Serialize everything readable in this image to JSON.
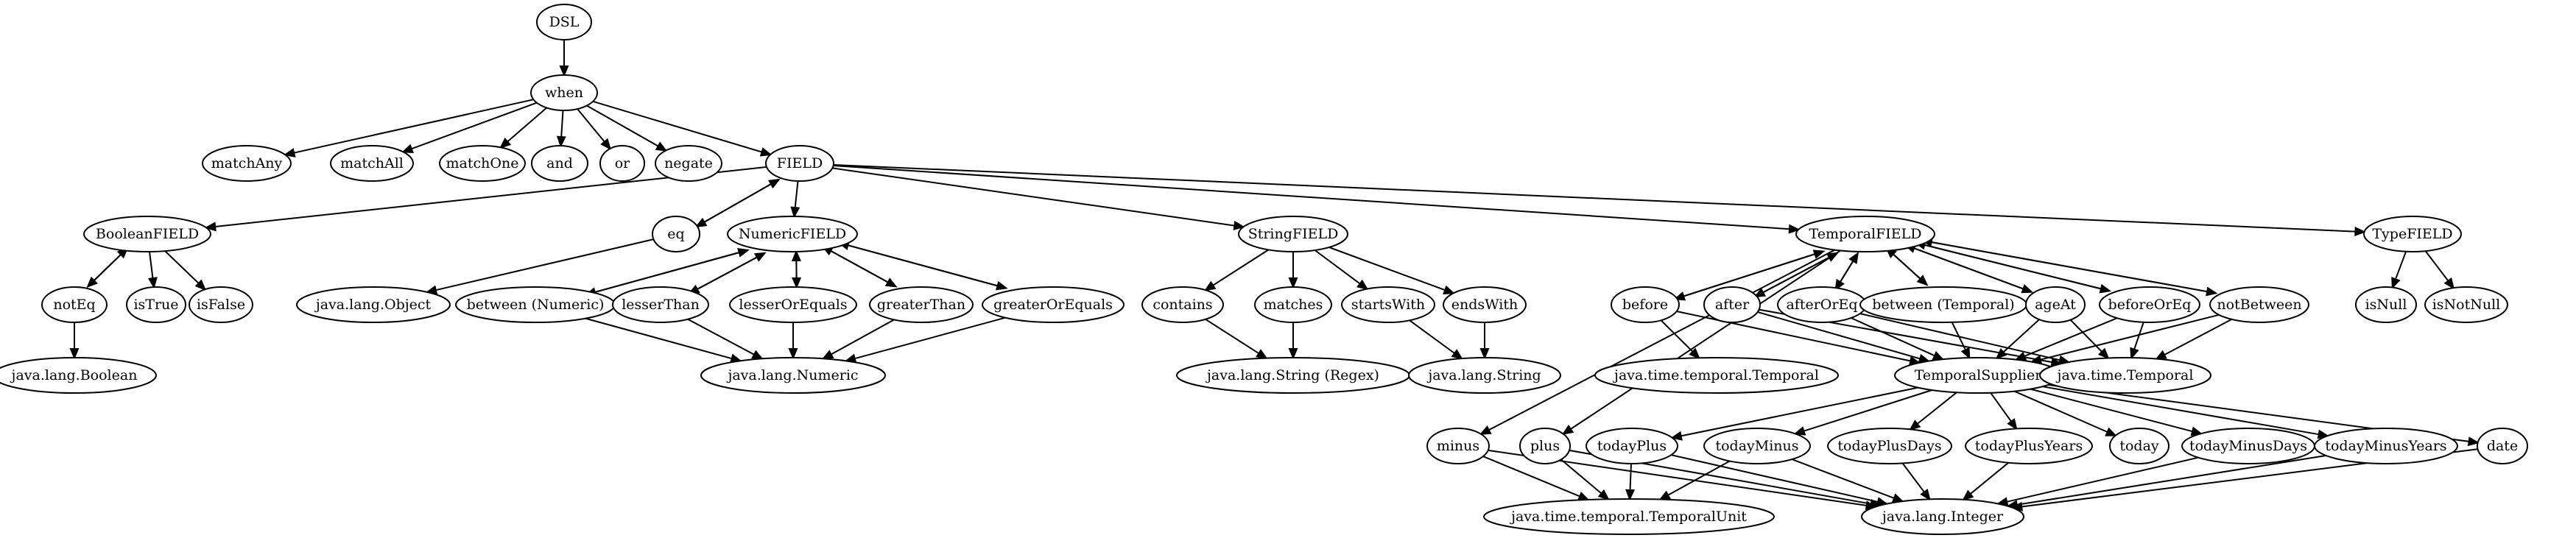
{
  "nodes": [
    {
      "id": "dsl",
      "label": "DSL"
    },
    {
      "id": "when",
      "label": "when"
    },
    {
      "id": "matchAny",
      "label": "matchAny"
    },
    {
      "id": "matchAll",
      "label": "matchAll"
    },
    {
      "id": "matchOne",
      "label": "matchOne"
    },
    {
      "id": "and",
      "label": "and"
    },
    {
      "id": "or",
      "label": "or"
    },
    {
      "id": "negate",
      "label": "negate"
    },
    {
      "id": "field",
      "label": "FIELD"
    },
    {
      "id": "booleanField",
      "label": "BooleanFIELD"
    },
    {
      "id": "eq",
      "label": "eq"
    },
    {
      "id": "numericField",
      "label": "NumericFIELD"
    },
    {
      "id": "stringField",
      "label": "StringFIELD"
    },
    {
      "id": "temporalField",
      "label": "TemporalFIELD"
    },
    {
      "id": "typeField",
      "label": "TypeFIELD"
    },
    {
      "id": "notEq",
      "label": "notEq"
    },
    {
      "id": "isTrue",
      "label": "isTrue"
    },
    {
      "id": "isFalse",
      "label": "isFalse"
    },
    {
      "id": "javaLangObject",
      "label": "java.lang.Object"
    },
    {
      "id": "betweenNumeric",
      "label": "between (Numeric)"
    },
    {
      "id": "lesserThan",
      "label": "lesserThan"
    },
    {
      "id": "lesserOrEquals",
      "label": "lesserOrEquals"
    },
    {
      "id": "greaterThan",
      "label": "greaterThan"
    },
    {
      "id": "greaterOrEquals",
      "label": "greaterOrEquals"
    },
    {
      "id": "contains",
      "label": "contains"
    },
    {
      "id": "matches",
      "label": "matches"
    },
    {
      "id": "startsWith",
      "label": "startsWith"
    },
    {
      "id": "endsWith",
      "label": "endsWith"
    },
    {
      "id": "before",
      "label": "before"
    },
    {
      "id": "after",
      "label": "after"
    },
    {
      "id": "afterOrEq",
      "label": "afterOrEq"
    },
    {
      "id": "betweenTemporal",
      "label": "between (Temporal)"
    },
    {
      "id": "ageAt",
      "label": "ageAt"
    },
    {
      "id": "beforeOrEq",
      "label": "beforeOrEq"
    },
    {
      "id": "notBetween",
      "label": "notBetween"
    },
    {
      "id": "isNull",
      "label": "isNull"
    },
    {
      "id": "isNotNull",
      "label": "isNotNull"
    },
    {
      "id": "javaLangBoolean",
      "label": "java.lang.Boolean"
    },
    {
      "id": "javaLangNumeric",
      "label": "java.lang.Numeric"
    },
    {
      "id": "javaLangStringRegex",
      "label": "java.lang.String (Regex)"
    },
    {
      "id": "javaLangString",
      "label": "java.lang.String"
    },
    {
      "id": "javaTimeTemporalTemporal",
      "label": "java.time.temporal.Temporal"
    },
    {
      "id": "temporalSupplier",
      "label": "TemporalSupplier"
    },
    {
      "id": "javaTimeTemporal",
      "label": "java.time.Temporal"
    },
    {
      "id": "minus",
      "label": "minus"
    },
    {
      "id": "plus",
      "label": "plus"
    },
    {
      "id": "todayPlus",
      "label": "todayPlus"
    },
    {
      "id": "todayMinus",
      "label": "todayMinus"
    },
    {
      "id": "todayPlusDays",
      "label": "todayPlusDays"
    },
    {
      "id": "todayPlusYears",
      "label": "todayPlusYears"
    },
    {
      "id": "today",
      "label": "today"
    },
    {
      "id": "todayMinusDays",
      "label": "todayMinusDays"
    },
    {
      "id": "todayMinusYears",
      "label": "todayMinusYears"
    },
    {
      "id": "date",
      "label": "date"
    },
    {
      "id": "javaTimeTemporalTemporalUnit",
      "label": "java.time.temporal.TemporalUnit"
    },
    {
      "id": "javaLangInteger",
      "label": "java.lang.Integer"
    }
  ],
  "edges": [
    {
      "from": "dsl",
      "to": "when"
    },
    {
      "from": "when",
      "to": "matchAny"
    },
    {
      "from": "when",
      "to": "matchAll"
    },
    {
      "from": "when",
      "to": "matchOne"
    },
    {
      "from": "when",
      "to": "and"
    },
    {
      "from": "when",
      "to": "or"
    },
    {
      "from": "when",
      "to": "negate"
    },
    {
      "from": "when",
      "to": "field"
    },
    {
      "from": "field",
      "to": "booleanField"
    },
    {
      "from": "field",
      "to": "eq"
    },
    {
      "from": "eq",
      "to": "field"
    },
    {
      "from": "field",
      "to": "numericField"
    },
    {
      "from": "field",
      "to": "stringField"
    },
    {
      "from": "field",
      "to": "temporalField"
    },
    {
      "from": "field",
      "to": "typeField"
    },
    {
      "from": "booleanField",
      "to": "notEq"
    },
    {
      "from": "notEq",
      "to": "booleanField"
    },
    {
      "from": "booleanField",
      "to": "isTrue"
    },
    {
      "from": "booleanField",
      "to": "isFalse"
    },
    {
      "from": "notEq",
      "to": "javaLangBoolean"
    },
    {
      "from": "eq",
      "to": "javaLangObject"
    },
    {
      "from": "numericField",
      "to": "betweenNumeric"
    },
    {
      "from": "betweenNumeric",
      "to": "numericField"
    },
    {
      "from": "numericField",
      "to": "lesserThan"
    },
    {
      "from": "lesserThan",
      "to": "numericField"
    },
    {
      "from": "numericField",
      "to": "lesserOrEquals"
    },
    {
      "from": "lesserOrEquals",
      "to": "numericField"
    },
    {
      "from": "numericField",
      "to": "greaterThan"
    },
    {
      "from": "greaterThan",
      "to": "numericField"
    },
    {
      "from": "numericField",
      "to": "greaterOrEquals"
    },
    {
      "from": "greaterOrEquals",
      "to": "numericField"
    },
    {
      "from": "betweenNumeric",
      "to": "javaLangNumeric"
    },
    {
      "from": "lesserThan",
      "to": "javaLangNumeric"
    },
    {
      "from": "lesserOrEquals",
      "to": "javaLangNumeric"
    },
    {
      "from": "greaterThan",
      "to": "javaLangNumeric"
    },
    {
      "from": "greaterOrEquals",
      "to": "javaLangNumeric"
    },
    {
      "from": "stringField",
      "to": "contains"
    },
    {
      "from": "stringField",
      "to": "matches"
    },
    {
      "from": "stringField",
      "to": "startsWith"
    },
    {
      "from": "stringField",
      "to": "endsWith"
    },
    {
      "from": "contains",
      "to": "javaLangStringRegex"
    },
    {
      "from": "matches",
      "to": "javaLangStringRegex"
    },
    {
      "from": "startsWith",
      "to": "javaLangString"
    },
    {
      "from": "endsWith",
      "to": "javaLangString"
    },
    {
      "from": "temporalField",
      "to": "before"
    },
    {
      "from": "before",
      "to": "temporalField"
    },
    {
      "from": "temporalField",
      "to": "after"
    },
    {
      "from": "after",
      "to": "temporalField"
    },
    {
      "from": "temporalField",
      "to": "afterOrEq"
    },
    {
      "from": "afterOrEq",
      "to": "temporalField"
    },
    {
      "from": "temporalField",
      "to": "betweenTemporal"
    },
    {
      "from": "betweenTemporal",
      "to": "temporalField"
    },
    {
      "from": "temporalField",
      "to": "ageAt"
    },
    {
      "from": "ageAt",
      "to": "temporalField"
    },
    {
      "from": "temporalField",
      "to": "beforeOrEq"
    },
    {
      "from": "beforeOrEq",
      "to": "temporalField"
    },
    {
      "from": "temporalField",
      "to": "notBetween"
    },
    {
      "from": "notBetween",
      "to": "temporalField"
    },
    {
      "from": "temporalField",
      "to": "minus"
    },
    {
      "from": "temporalField",
      "to": "plus"
    },
    {
      "from": "before",
      "to": "javaTimeTemporalTemporal"
    },
    {
      "from": "before",
      "to": "temporalSupplier"
    },
    {
      "from": "after",
      "to": "temporalSupplier"
    },
    {
      "from": "after",
      "to": "javaTimeTemporal"
    },
    {
      "from": "afterOrEq",
      "to": "temporalSupplier"
    },
    {
      "from": "afterOrEq",
      "to": "javaTimeTemporal"
    },
    {
      "from": "betweenTemporal",
      "to": "temporalSupplier"
    },
    {
      "from": "ageAt",
      "to": "temporalSupplier"
    },
    {
      "from": "ageAt",
      "to": "javaTimeTemporal"
    },
    {
      "from": "beforeOrEq",
      "to": "temporalSupplier"
    },
    {
      "from": "beforeOrEq",
      "to": "javaTimeTemporal"
    },
    {
      "from": "notBetween",
      "to": "temporalSupplier"
    },
    {
      "from": "notBetween",
      "to": "javaTimeTemporal"
    },
    {
      "from": "typeField",
      "to": "isNull"
    },
    {
      "from": "typeField",
      "to": "isNotNull"
    },
    {
      "from": "temporalSupplier",
      "to": "todayPlus"
    },
    {
      "from": "temporalSupplier",
      "to": "todayMinus"
    },
    {
      "from": "temporalSupplier",
      "to": "todayPlusDays"
    },
    {
      "from": "temporalSupplier",
      "to": "todayPlusYears"
    },
    {
      "from": "temporalSupplier",
      "to": "today"
    },
    {
      "from": "temporalSupplier",
      "to": "todayMinusDays"
    },
    {
      "from": "temporalSupplier",
      "to": "todayMinusYears"
    },
    {
      "from": "temporalSupplier",
      "to": "date"
    },
    {
      "from": "minus",
      "to": "javaTimeTemporalTemporalUnit"
    },
    {
      "from": "minus",
      "to": "javaLangInteger"
    },
    {
      "from": "plus",
      "to": "javaTimeTemporalTemporalUnit"
    },
    {
      "from": "plus",
      "to": "javaLangInteger"
    },
    {
      "from": "todayPlus",
      "to": "javaTimeTemporalTemporalUnit"
    },
    {
      "from": "todayPlus",
      "to": "javaLangInteger"
    },
    {
      "from": "todayMinus",
      "to": "javaTimeTemporalTemporalUnit"
    },
    {
      "from": "todayMinus",
      "to": "javaLangInteger"
    },
    {
      "from": "todayPlusDays",
      "to": "javaLangInteger"
    },
    {
      "from": "todayPlusYears",
      "to": "javaLangInteger"
    },
    {
      "from": "todayMinusDays",
      "to": "javaLangInteger"
    },
    {
      "from": "todayMinusYears",
      "to": "javaLangInteger"
    },
    {
      "from": "date",
      "to": "javaLangInteger"
    }
  ]
}
